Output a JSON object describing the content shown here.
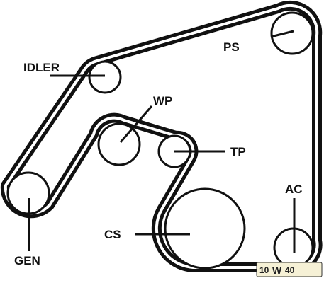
{
  "labels": {
    "idler": "IDLER",
    "ps": "PS",
    "wp": "WP",
    "tp": "TP",
    "gen": "GEN",
    "cs": "CS",
    "ac": "AC"
  },
  "watermark": {
    "left": "10",
    "mid": "W",
    "right": "40"
  }
}
